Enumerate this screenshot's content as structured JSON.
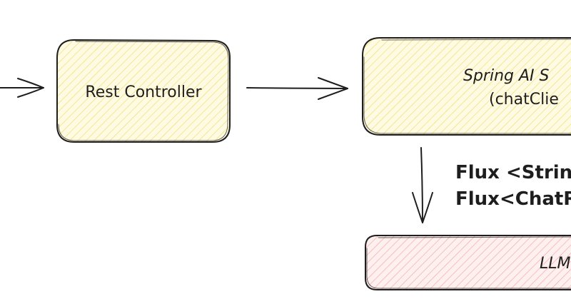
{
  "nodes": {
    "rest_controller": {
      "label": "Rest Controller",
      "fill": "#fff3b0"
    },
    "spring_ai_service": {
      "line1": "Spring AI S",
      "line2": "(chatClie",
      "fill": "#fff3b0"
    },
    "llm": {
      "label": "LLM",
      "fill": "#ffc9c9"
    }
  },
  "edge_labels": {
    "return_types": {
      "line1": "Flux <Strin",
      "line2": "Flux<ChatR"
    }
  },
  "colors": {
    "stroke": "#1e1e1e",
    "hachure_yellow": "#f2df6b",
    "hachure_pink": "#f4a6a6"
  }
}
